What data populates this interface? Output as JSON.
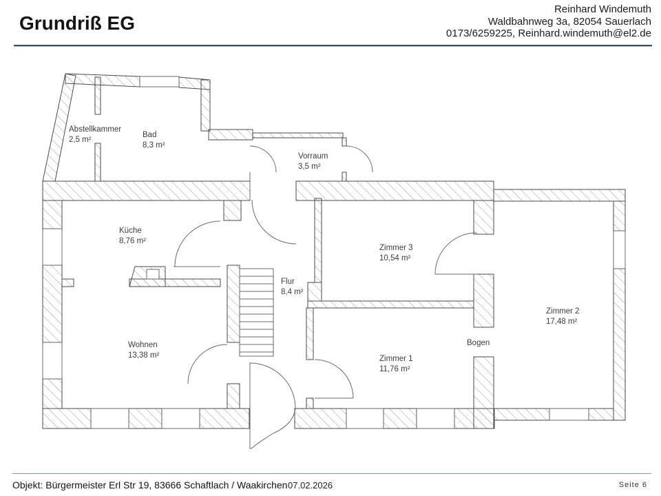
{
  "header": {
    "title": "Grundriß EG",
    "contact": {
      "name": "Reinhard Windemuth",
      "address": "Waldbahnweg 3a, 82054 Sauerlach",
      "phone_email": "0173/6259225, Reinhard.windemuth@el2.de"
    }
  },
  "floorplan": {
    "rooms": [
      {
        "name": "Abstellkammer",
        "area": "2,5 m²"
      },
      {
        "name": "Bad",
        "area": "8,3 m²"
      },
      {
        "name": "Vorraum",
        "area": "3,5 m²"
      },
      {
        "name": "Küche",
        "area": "8,76 m²"
      },
      {
        "name": "Zimmer 3",
        "area": "10,54 m²"
      },
      {
        "name": "Zimmer 2",
        "area": "17,48 m²"
      },
      {
        "name": "Flur",
        "area": "8,4 m²"
      },
      {
        "name": "Wohnen",
        "area": "13,38 m²"
      },
      {
        "name": "Zimmer 1",
        "area": "11,76 m²"
      }
    ],
    "annotations": [
      {
        "label": "Bogen"
      }
    ]
  },
  "footer": {
    "object_label": "Objekt: Bürgermeister Erl Str 19,  83666 Schaftlach / Waakirchen",
    "date": "07.02.2026",
    "page": "Seite 6"
  },
  "colors": {
    "header_rule": "#33506b",
    "footer_rule": "#8097ab",
    "wall_outline": "#4a4a4a",
    "hatch_line": "#909090",
    "label_text": "#3c3c3c"
  }
}
